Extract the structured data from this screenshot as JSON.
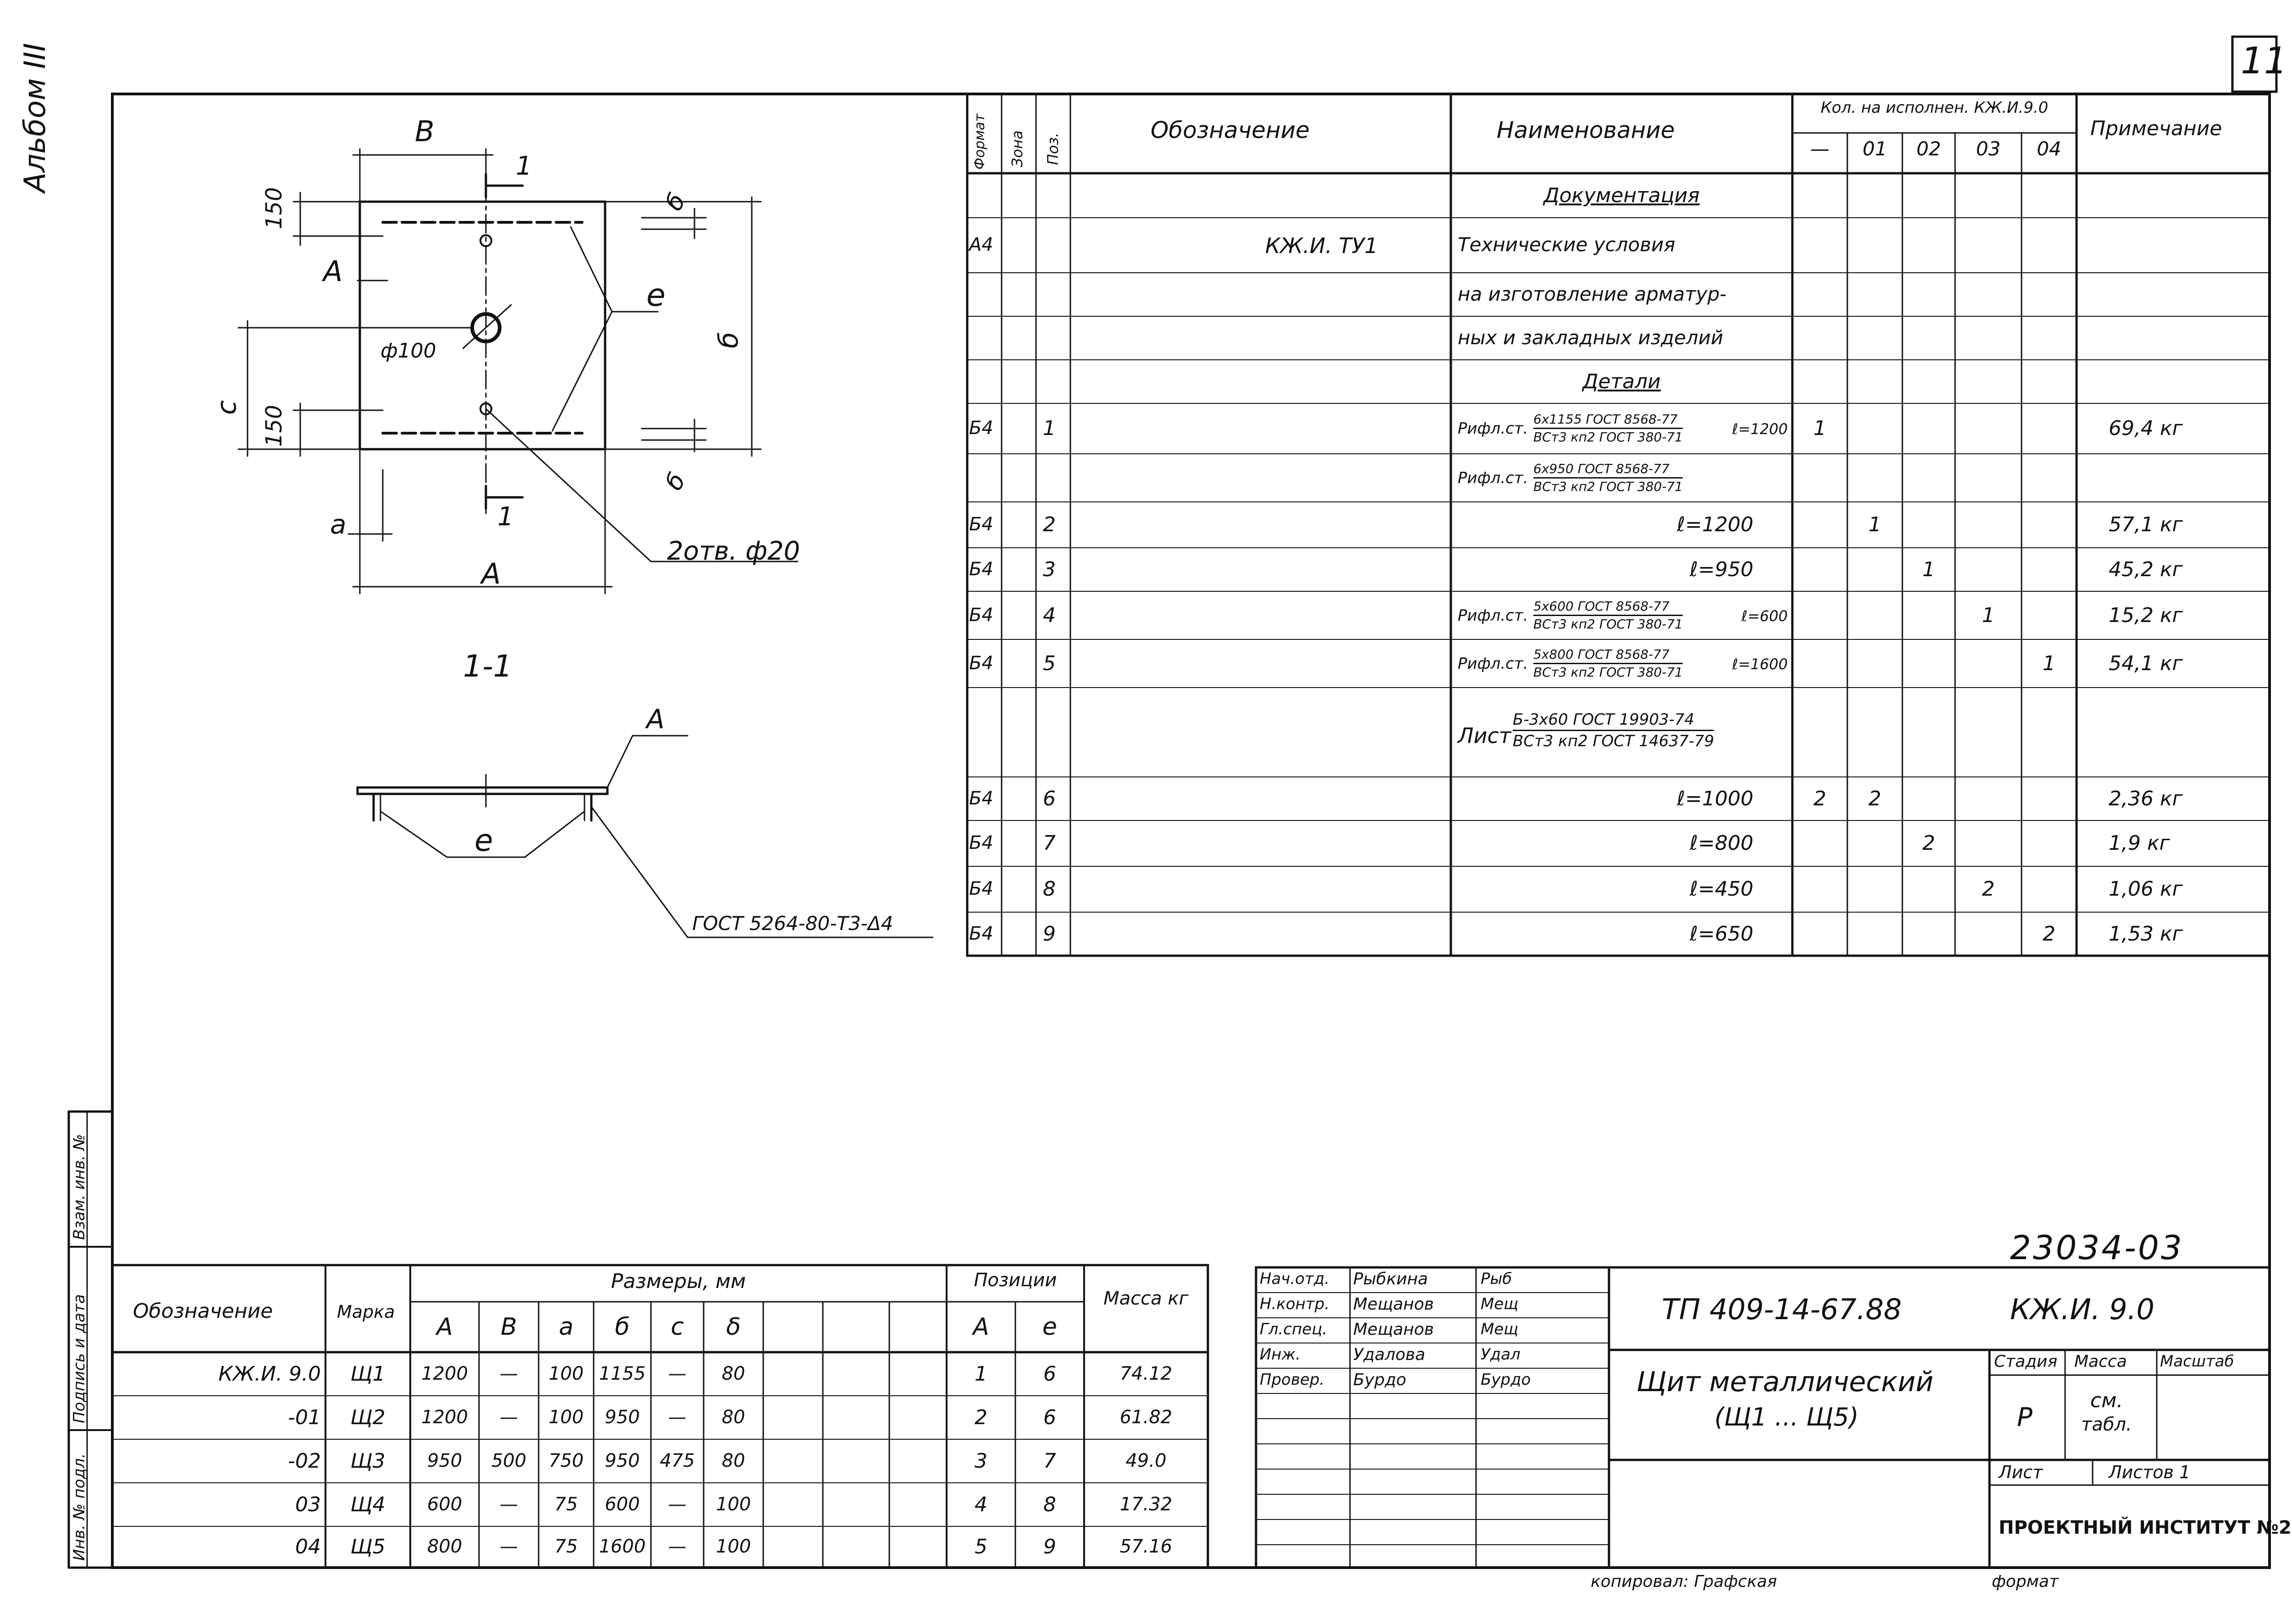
{
  "page_number": "11",
  "album_label": "Альбом III",
  "drawing_code": "23034-03",
  "copied_by": "копировал: Графская",
  "format_label": "формат",
  "drawing": {
    "top_dim": "В",
    "dim_150_top": "150",
    "dim_150_bottom": "150",
    "label_A_left": "А",
    "label_e": "е",
    "label_b": "б",
    "label_c": "с",
    "label_phi100": "ф100",
    "label_delta_top": "б",
    "label_delta_bottom": "б",
    "label_a": "а",
    "label_A_bottom": "А",
    "section_mark_top": "1",
    "section_mark_bottom": "1",
    "holes_label": "2отв. ф20",
    "section_title": "1-1",
    "section_A": "А",
    "section_e": "е",
    "weld_note": "ГОСТ 5264-80-Т3-Δ4"
  },
  "spec_table": {
    "headers": {
      "format": "Формат",
      "zone": "Зона",
      "pos": "Поз.",
      "designation": "Обозначение",
      "name": "Наименование",
      "qty_group": "Кол. на исполнен. КЖ.И.9.0",
      "qty_cols": [
        "—",
        "01",
        "02",
        "03",
        "04"
      ],
      "note": "Примечание"
    },
    "rows": [
      {
        "format": "",
        "pos": "",
        "designation": "",
        "name": "Документация",
        "underline": true,
        "q": [
          "",
          "",
          "",
          "",
          ""
        ],
        "note": ""
      },
      {
        "format": "А4",
        "pos": "",
        "designation": "КЖ.И. ТУ1",
        "name": "Технические условия",
        "q": [
          "",
          "",
          "",
          "",
          ""
        ],
        "note": ""
      },
      {
        "format": "",
        "pos": "",
        "designation": "",
        "name": "на изготовление арматур-",
        "q": [
          "",
          "",
          "",
          "",
          ""
        ],
        "note": ""
      },
      {
        "format": "",
        "pos": "",
        "designation": "",
        "name": "ных и закладных изделий",
        "q": [
          "",
          "",
          "",
          "",
          ""
        ],
        "note": ""
      },
      {
        "format": "",
        "pos": "",
        "designation": "",
        "name": "Детали",
        "underline": true,
        "q": [
          "",
          "",
          "",
          "",
          ""
        ],
        "note": ""
      },
      {
        "format": "Б4",
        "pos": "1",
        "designation": "",
        "name": "",
        "frac": {
          "prefix": "Рифл.ст.",
          "num": "6х1155 ГОСТ 8568-77",
          "den": "ВСт3 кп2 ГОСТ 380-71",
          "suffix": "ℓ=1200"
        },
        "q": [
          "1",
          "",
          "",
          "",
          ""
        ],
        "note": "69,4 кг"
      },
      {
        "format": "",
        "pos": "",
        "designation": "",
        "name": "",
        "frac": {
          "prefix": "Рифл.ст.",
          "num": "6х950 ГОСТ 8568-77",
          "den": "ВСт3 кп2 ГОСТ 380-71",
          "suffix": ""
        },
        "q": [
          "",
          "",
          "",
          "",
          ""
        ],
        "note": ""
      },
      {
        "format": "Б4",
        "pos": "2",
        "designation": "",
        "name": "ℓ=1200",
        "right": true,
        "q": [
          "",
          "1",
          "",
          "",
          ""
        ],
        "note": "57,1 кг"
      },
      {
        "format": "Б4",
        "pos": "3",
        "designation": "",
        "name": "ℓ=950",
        "right": true,
        "q": [
          "",
          "",
          "1",
          "",
          ""
        ],
        "note": "45,2 кг"
      },
      {
        "format": "Б4",
        "pos": "4",
        "designation": "",
        "name": "",
        "frac": {
          "prefix": "Рифл.ст.",
          "num": "5х600 ГОСТ 8568-77",
          "den": "ВСт3 кп2 ГОСТ 380-71",
          "suffix": "ℓ=600"
        },
        "q": [
          "",
          "",
          "",
          "1",
          ""
        ],
        "note": "15,2 кг"
      },
      {
        "format": "Б4",
        "pos": "5",
        "designation": "",
        "name": "",
        "frac": {
          "prefix": "Рифл.ст.",
          "num": "5х800 ГОСТ 8568-77",
          "den": "ВСт3 кп2 ГОСТ 380-71",
          "suffix": "ℓ=1600"
        },
        "q": [
          "",
          "",
          "",
          "",
          "1"
        ],
        "note": "54,1 кг"
      },
      {
        "format": "",
        "pos": "",
        "designation": "",
        "name": "",
        "frac": {
          "prefix": "Лист",
          "num": "Б-3х60 ГОСТ 19903-74",
          "den": "ВСт3 кп2 ГОСТ 14637-79",
          "suffix": ""
        },
        "tall": true,
        "q": [
          "",
          "",
          "",
          "",
          ""
        ],
        "note": ""
      },
      {
        "format": "Б4",
        "pos": "6",
        "designation": "",
        "name": "ℓ=1000",
        "right": true,
        "q": [
          "2",
          "2",
          "",
          "",
          ""
        ],
        "note": "2,36 кг"
      },
      {
        "format": "Б4",
        "pos": "7",
        "designation": "",
        "name": "ℓ=800",
        "right": true,
        "q": [
          "",
          "",
          "2",
          "",
          ""
        ],
        "note": "1,9 кг"
      },
      {
        "format": "Б4",
        "pos": "8",
        "designation": "",
        "name": "ℓ=450",
        "right": true,
        "q": [
          "",
          "",
          "",
          "2",
          ""
        ],
        "note": "1,06 кг"
      },
      {
        "format": "Б4",
        "pos": "9",
        "designation": "",
        "name": "ℓ=650",
        "right": true,
        "q": [
          "",
          "",
          "",
          "",
          "2"
        ],
        "note": "1,53 кг"
      }
    ]
  },
  "size_table": {
    "header_designation": "Обозначение",
    "header_mark": "Марка",
    "header_sizes": "Размеры, мм",
    "header_positions": "Позиции",
    "header_mass": "Масса кг",
    "size_cols": [
      "А",
      "В",
      "а",
      "б",
      "с",
      "δ"
    ],
    "pos_cols": [
      "А",
      "е"
    ],
    "rows": [
      {
        "designation": "КЖ.И. 9.0",
        "mark": "Щ1",
        "A": "1200",
        "B": "—",
        "a": "100",
        "b": "1155",
        "c": "—",
        "d": "80",
        "pA": "1",
        "pe": "6",
        "mass": "74.12"
      },
      {
        "designation": "-01",
        "mark": "Щ2",
        "A": "1200",
        "B": "—",
        "a": "100",
        "b": "950",
        "c": "—",
        "d": "80",
        "pA": "2",
        "pe": "6",
        "mass": "61.82"
      },
      {
        "designation": "-02",
        "mark": "Щ3",
        "A": "950",
        "B": "500",
        "a": "750",
        "b": "950",
        "c": "475",
        "d": "80",
        "pA": "3",
        "pe": "7",
        "mass": "49.0"
      },
      {
        "designation": "03",
        "mark": "Щ4",
        "A": "600",
        "B": "—",
        "a": "75",
        "b": "600",
        "c": "—",
        "d": "100",
        "pA": "4",
        "pe": "8",
        "mass": "17.32"
      },
      {
        "designation": "04",
        "mark": "Щ5",
        "A": "800",
        "B": "—",
        "a": "75",
        "b": "1600",
        "c": "—",
        "d": "100",
        "pA": "5",
        "pe": "9",
        "mass": "57.16"
      }
    ]
  },
  "left_strip": {
    "inv_podl": "Инв. № подл.",
    "podpis": "Подпись и дата",
    "vzam": "Взам. инв. №"
  },
  "title_block": {
    "roles": [
      {
        "role": "Нач.отд.",
        "name": "Рыбкина"
      },
      {
        "role": "Н.контр.",
        "name": "Мещанов"
      },
      {
        "role": "Гл.спец.",
        "name": "Мещанов"
      },
      {
        "role": "Инж.",
        "name": "Удалова"
      },
      {
        "role": "Провер.",
        "name": "Бурдо"
      }
    ],
    "signatures": [
      "Рыб",
      "Мещ",
      "Мещ",
      "Удал",
      "Бурдо"
    ],
    "project_code": "ТП 409-14-67.88",
    "doc_code": "КЖ.И. 9.0",
    "product_name_line1": "Щит металлический",
    "product_name_line2": "(Щ1 ... Щ5)",
    "stage_header": "Стадия",
    "mass_header": "Масса",
    "scale_header": "Масштаб",
    "stage_value": "Р",
    "mass_value_line1": "см.",
    "mass_value_line2": "табл.",
    "sheet_label": "Лист",
    "sheets_label": "Листов 1",
    "organization": "ПРОЕКТНЫЙ ИНСТИТУТ №2"
  }
}
